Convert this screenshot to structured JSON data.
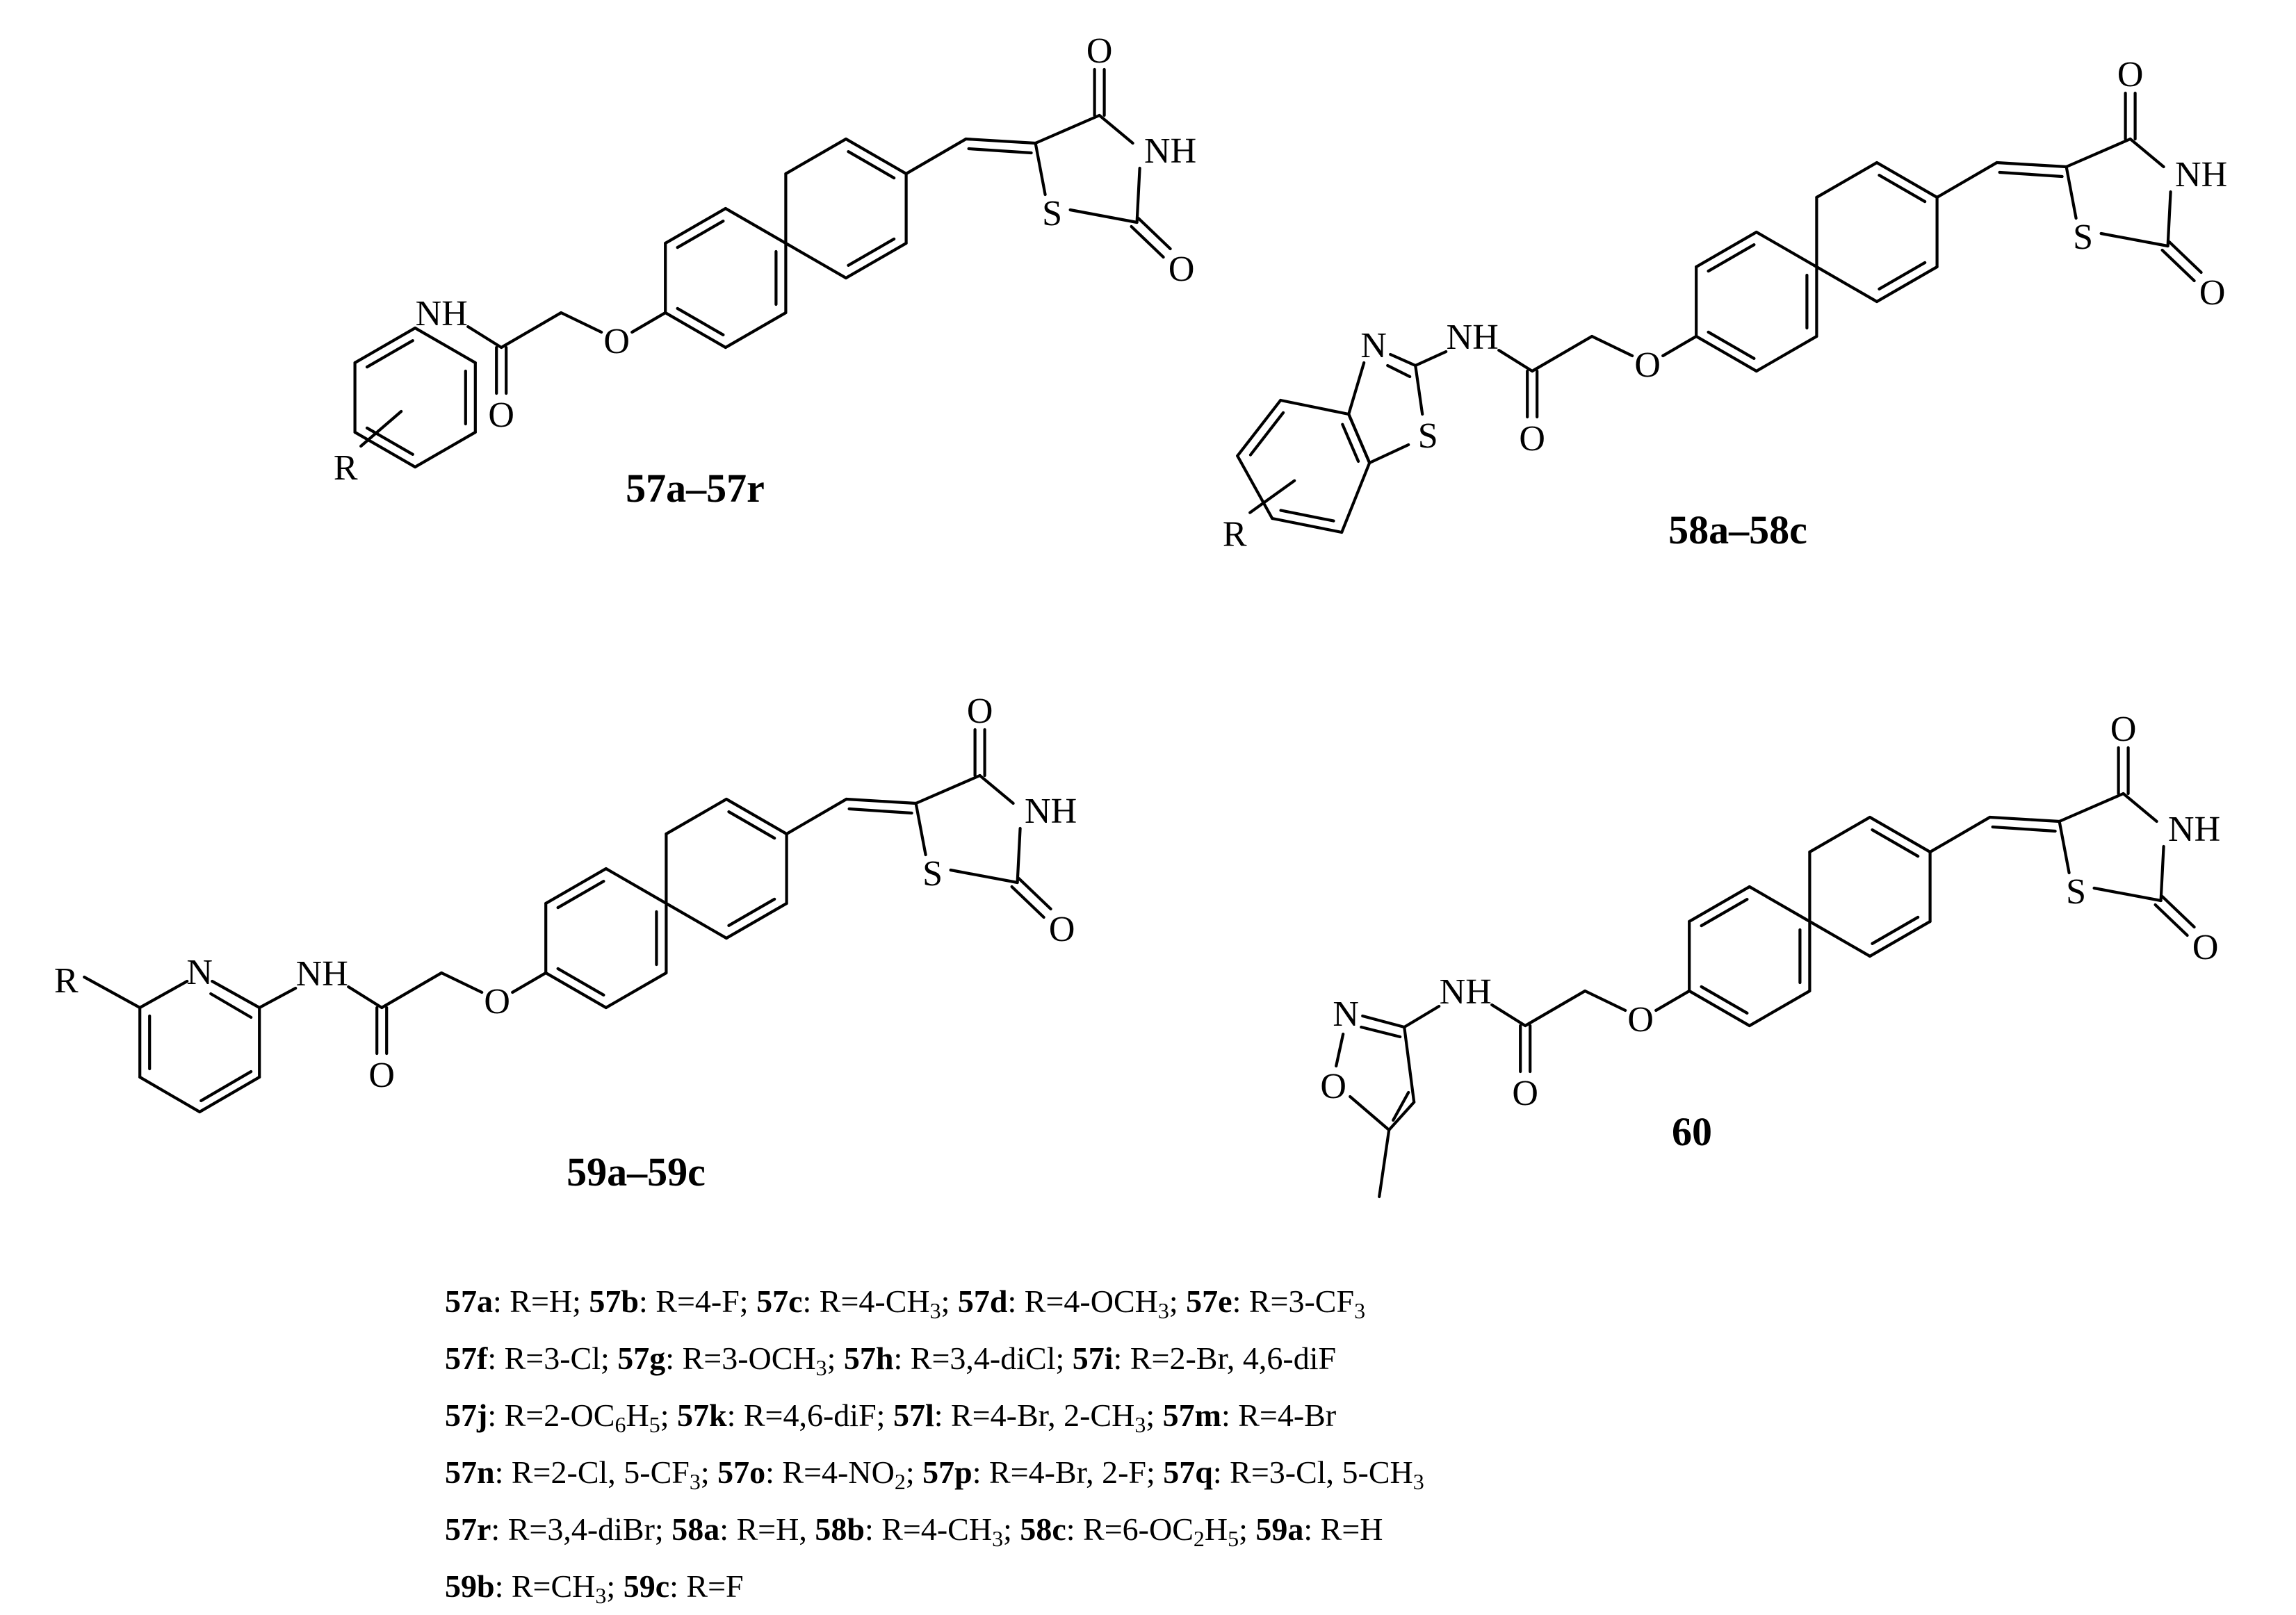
{
  "atoms": {
    "O": "O",
    "NH": "NH",
    "N": "N",
    "S": "S",
    "R": "R"
  },
  "compounds": {
    "c57": "57a–57r",
    "c58": "58a–58c",
    "c59": "59a–59c",
    "c60": "60"
  },
  "legend": [
    [
      {
        "id": "57a",
        "t": ": R=H; "
      },
      {
        "id": "57b",
        "t": ": R=4-F; "
      },
      {
        "id": "57c",
        "t": ": R=4-CH",
        "s": "3",
        "a": "; "
      },
      {
        "id": "57d",
        "t": ": R=4-OCH",
        "s": "3",
        "a": "; "
      },
      {
        "id": "57e",
        "t": ": R=3-CF",
        "s": "3"
      }
    ],
    [
      {
        "id": "57f",
        "t": ": R=3-Cl; "
      },
      {
        "id": "57g",
        "t": ": R=3-OCH",
        "s": "3",
        "a": "; "
      },
      {
        "id": "57h",
        "t": ": R=3,4-diCl; "
      },
      {
        "id": "57i",
        "t": ": R=2-Br, 4,6-diF"
      }
    ],
    [
      {
        "id": "57j",
        "t": ": R=2-OC",
        "s": "6",
        "a": "H",
        "s2": "5",
        "a2": "; "
      },
      {
        "id": "57k",
        "t": ": R=4,6-diF; "
      },
      {
        "id": "57l",
        "t": ": R=4-Br, 2-CH",
        "s": "3",
        "a": "; "
      },
      {
        "id": "57m",
        "t": ": R=4-Br"
      }
    ],
    [
      {
        "id": "57n",
        "t": ": R=2-Cl, 5-CF",
        "s": "3",
        "a": "; "
      },
      {
        "id": "57o",
        "t": ": R=4-NO",
        "s": "2",
        "a": "; "
      },
      {
        "id": "57p",
        "t": ": R=4-Br, 2-F; "
      },
      {
        "id": "57q",
        "t": ": R=3-Cl, 5-CH",
        "s": "3"
      }
    ],
    [
      {
        "id": "57r",
        "t": ": R=3,4-diBr; "
      },
      {
        "id": "58a",
        "t": ": R=H, "
      },
      {
        "id": "58b",
        "t": ": R=4-CH",
        "s": "3",
        "a": "; "
      },
      {
        "id": "58c",
        "t": ": R=6-OC",
        "s": "2",
        "a": "H",
        "s2": "5",
        "a2": "; "
      },
      {
        "id": "59a",
        "t": ": R=H"
      }
    ],
    [
      {
        "id": "59b",
        "t": ": R=CH",
        "s": "3",
        "a": "; "
      },
      {
        "id": "59c",
        "t": ": R=F"
      }
    ]
  ]
}
